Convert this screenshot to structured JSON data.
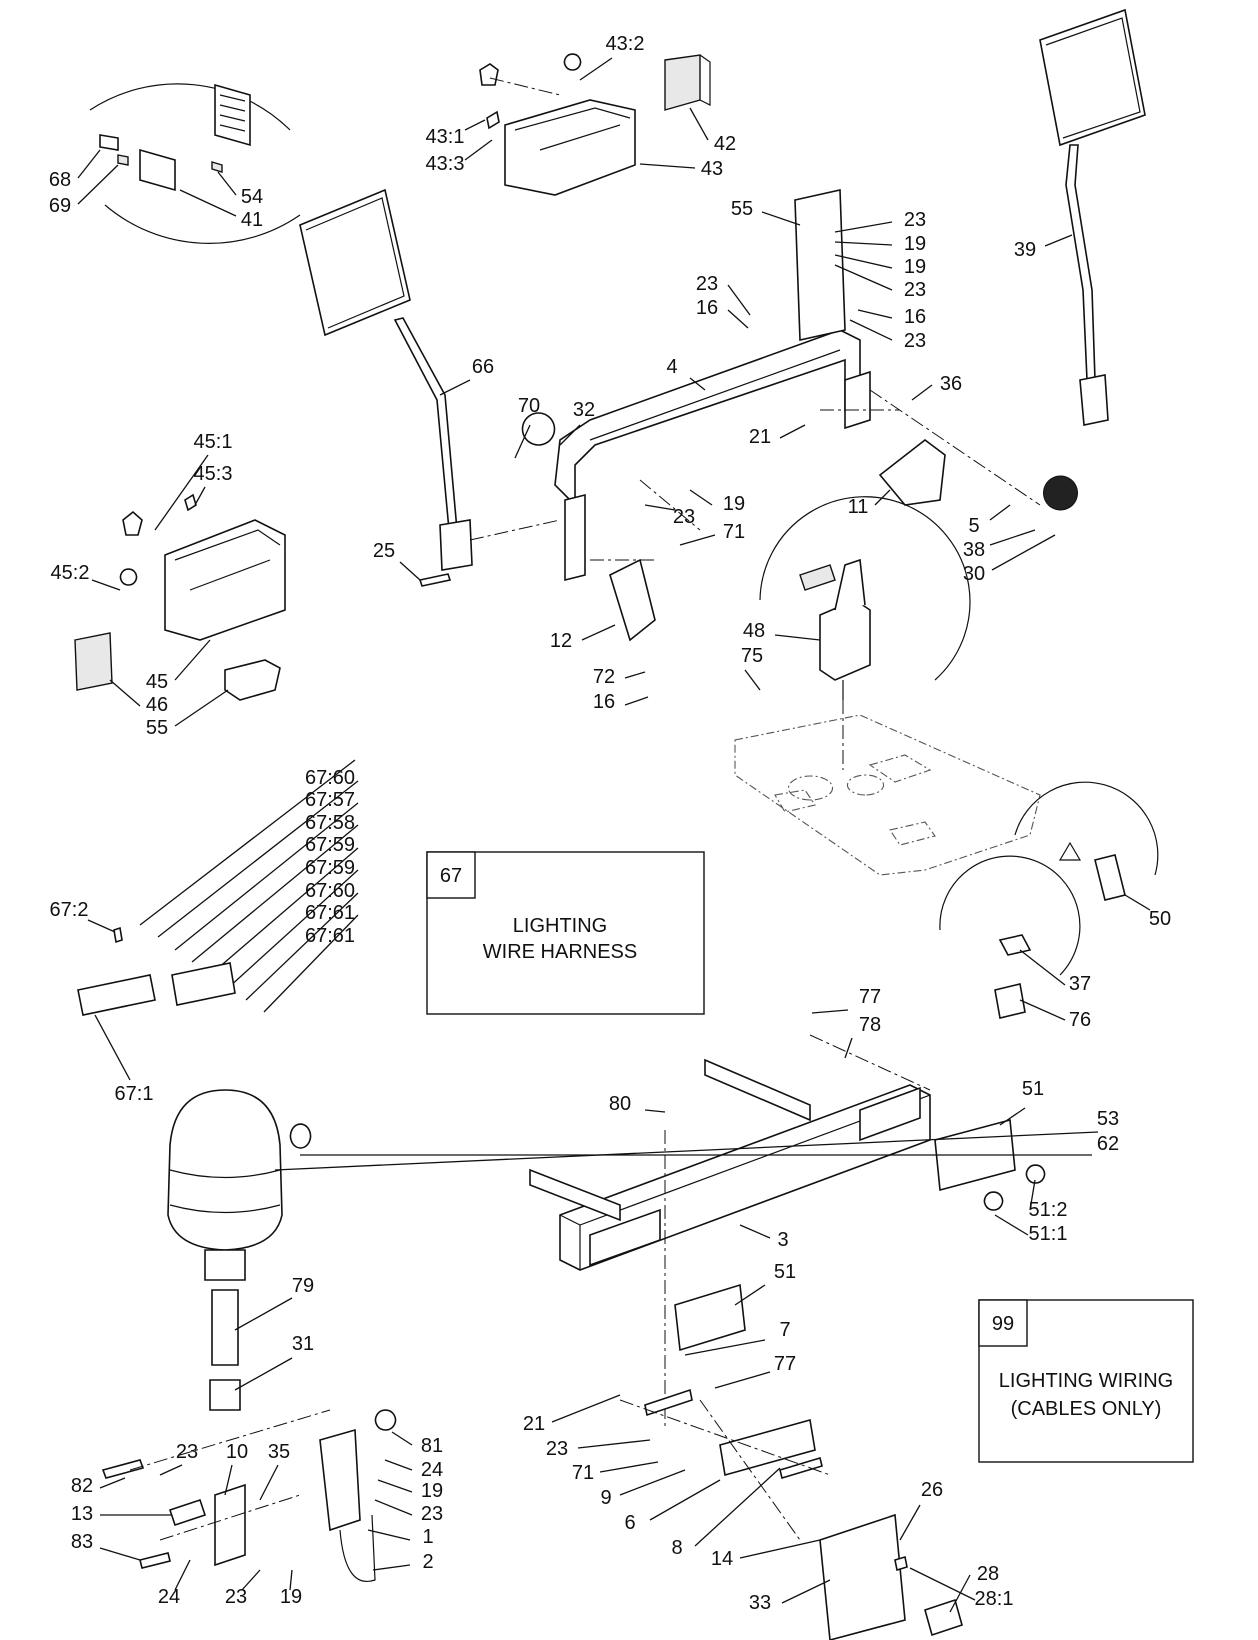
{
  "boxes": [
    {
      "number": "67",
      "lines": [
        "LIGHTING",
        "WIRE HARNESS"
      ]
    },
    {
      "number": "99",
      "lines": [
        "LIGHTING WIRING",
        "(CABLES ONLY)"
      ]
    }
  ],
  "labels": [
    "43:2",
    "42",
    "43:1",
    "43:3",
    "43",
    "68",
    "69",
    "54",
    "41",
    "55",
    "23",
    "19",
    "19",
    "23",
    "39",
    "23",
    "16",
    "16",
    "23",
    "66",
    "4",
    "36",
    "70",
    "32",
    "21",
    "45:1",
    "45:3",
    "19",
    "11",
    "23",
    "71",
    "5",
    "38",
    "30",
    "25",
    "45:2",
    "12",
    "48",
    "75",
    "72",
    "16",
    "45",
    "46",
    "55",
    "67:60",
    "67:57",
    "67:58",
    "67:59",
    "67:59",
    "67:60",
    "67:61",
    "67:61",
    "67:2",
    "50",
    "37",
    "76",
    "67:1",
    "77",
    "78",
    "51",
    "80",
    "53",
    "62",
    "51:2",
    "51:1",
    "3",
    "51",
    "79",
    "7",
    "31",
    "77",
    "21",
    "23",
    "71",
    "9",
    "6",
    "8",
    "14",
    "26",
    "33",
    "28",
    "28:1",
    "23",
    "10",
    "35",
    "81",
    "24",
    "19",
    "23",
    "82",
    "13",
    "1",
    "83",
    "2",
    "24",
    "23",
    "19"
  ]
}
